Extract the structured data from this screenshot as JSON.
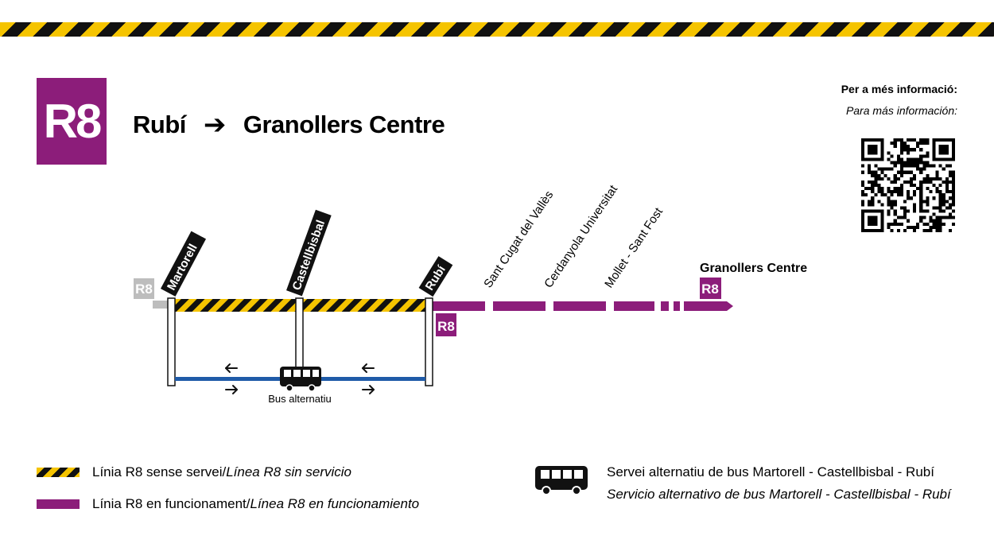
{
  "line": {
    "code": "R8",
    "color": "#8c1d7a"
  },
  "route": {
    "from": "Rubí",
    "arrow": "➔",
    "to": "Granollers Centre"
  },
  "info": {
    "ca": "Per a més informació:",
    "es": "Para más información:"
  },
  "map": {
    "out_of_service_stations": [
      "Martorell",
      "Castellbisbal",
      "Rubí"
    ],
    "in_service_stations": [
      "Sant Cugat del Vallès",
      "Cerdanyola Universitat",
      "Mollet - Sant Fost"
    ],
    "terminus": "Granollers Centre",
    "line_badge": "R8",
    "bus_label": "Bus alternatiu",
    "bus_color": "#1f5ba8",
    "hazard_colors": [
      "#f5c400",
      "#111111"
    ],
    "inactive_color": "#bdbdbd"
  },
  "legend": {
    "out_of_service": {
      "ca": "Línia R8 sense servei",
      "sep": " / ",
      "es": "Línea R8 sin servicio"
    },
    "in_service": {
      "ca": "Línia R8 en funcionament",
      "sep": " / ",
      "es": "Línea R8 en funcionamiento"
    },
    "bus": {
      "ca": "Servei alternatiu de bus Martorell - Castellbisbal - Rubí",
      "es": "Servicio alternativo de bus Martorell - Castellbisbal - Rubí"
    }
  },
  "icons": {
    "bus": "bus-icon",
    "arrow": "right-arrow-icon",
    "qr": "qr-code-icon"
  }
}
